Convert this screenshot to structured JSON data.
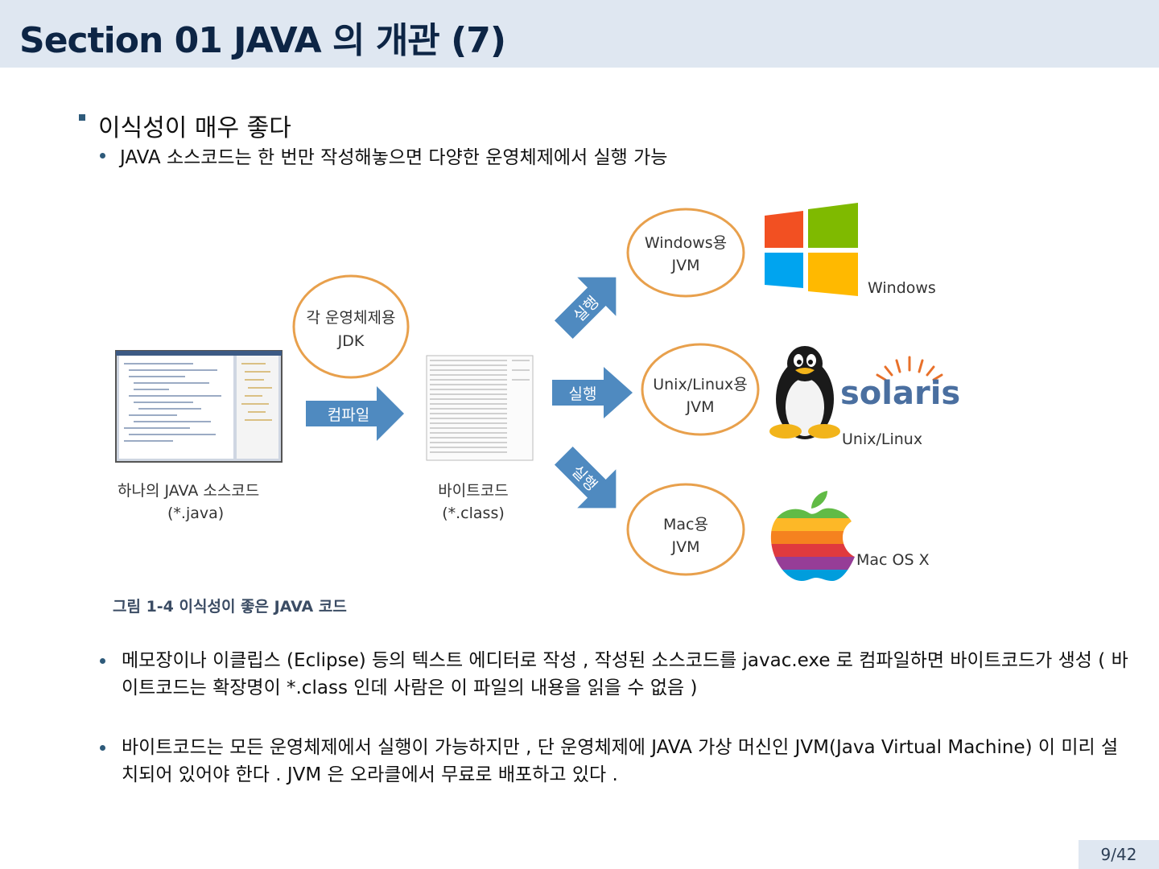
{
  "header": {
    "title": "Section 01 JAVA 의 개관 (7)"
  },
  "content": {
    "bullet1": "이식성이 매우 좋다",
    "bullet1_sub": "JAVA  소스코드는 한 번만 작성해놓으면 다양한 운영체제에서 실행 가능",
    "paragraph1": "메모장이나 이클립스 (Eclipse)  등의 텍스트 에디터로 작성 ,  작성된 소스코드를  javac.exe 로 컴파일하면 바이트코드가 생성 ( 바이트코드는 확장명이  *.class 인데 사람은 이 파일의 내용을 읽을 수 없음 )",
    "paragraph2": "바이트코드는 모든 운영체제에서 실행이 가능하지만 ,  단 운영체제에  JAVA  가상 머신인  JVM(Java Virtual Machine) 이 미리 설치되어 있어야 한다 . JVM 은 오라클에서 무료로 배포하고 있다 ."
  },
  "figure": {
    "jdk_circle": [
      "각 운영체제용",
      "JDK"
    ],
    "compile_label": "컴파일",
    "run_label": "실행",
    "source_caption": [
      "하나의 JAVA 소스코드",
      "(*.java)"
    ],
    "bytecode_caption": [
      "바이트코드",
      "(*.class)"
    ],
    "jvm_windows": [
      "Windows용",
      "JVM"
    ],
    "jvm_unix": [
      "Unix/Linux용",
      "JVM"
    ],
    "jvm_mac": [
      "Mac용",
      "JVM"
    ],
    "os_windows": "Windows",
    "os_unix": "Unix/Linux",
    "os_mac": "Mac OS X",
    "solaris_text": "solaris",
    "caption": "그림 1-4  이식성이 좋은 JAVA 코드",
    "colors": {
      "circle_stroke": "#e8a04c",
      "arrow": "#4f8ac0",
      "win_red": "#f25022",
      "win_green": "#7fba00",
      "win_blue": "#00a4ef",
      "win_yellow": "#ffb900"
    }
  },
  "footer": {
    "page": "9/42"
  }
}
